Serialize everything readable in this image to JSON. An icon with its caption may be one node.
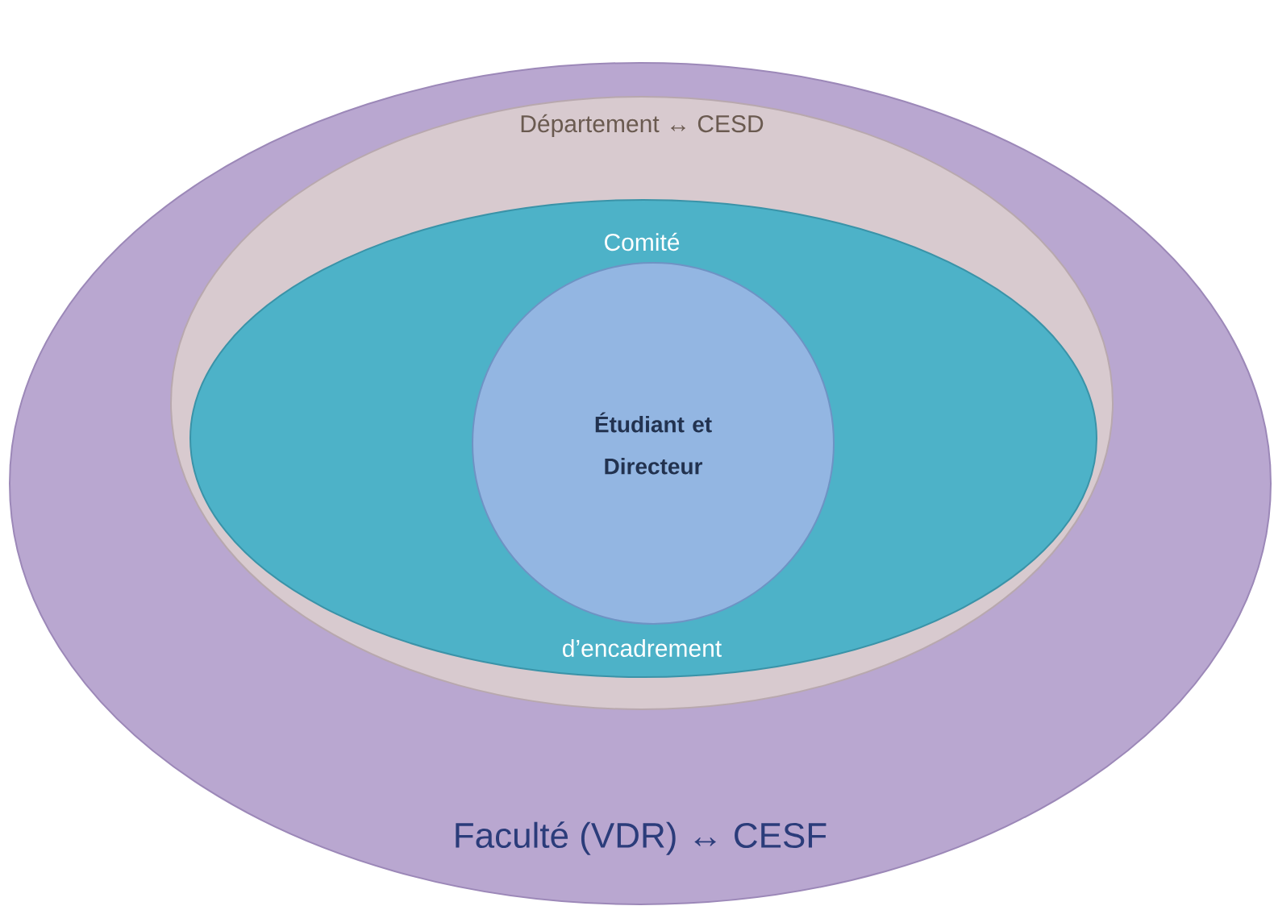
{
  "diagram": {
    "nodes": [
      {
        "text": [
          "Faculté (VDR) ↔ CESF"
        ]
      },
      {
        "text": [
          "Département ↔ CESD"
        ],
        "in": 0
      },
      {
        "text": [
          "Comité",
          "d’encadrement"
        ],
        "in": 1
      },
      {
        "text": [
          "Étudiant et Directeur"
        ],
        "in": 2
      }
    ]
  }
}
